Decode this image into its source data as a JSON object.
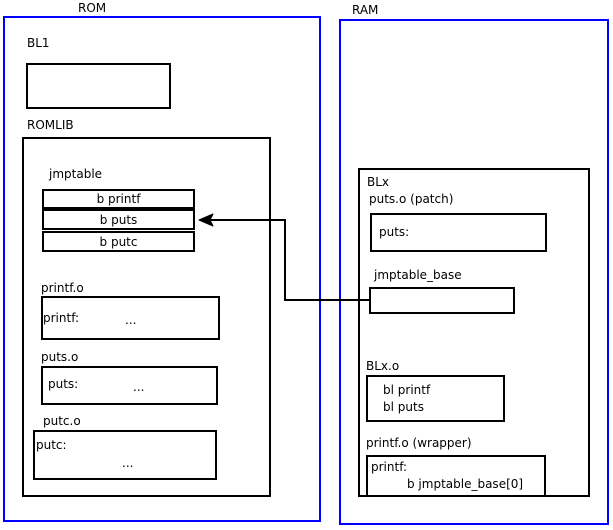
{
  "diagram": {
    "title_regions": [
      {
        "name": "ROM",
        "label": "ROM"
      },
      {
        "name": "RAM",
        "label": "RAM"
      }
    ],
    "rom": {
      "label": "ROM",
      "bl1": {
        "label": "BL1",
        "body": ""
      },
      "romlib": {
        "label": "ROMLIB",
        "jmptable": {
          "label": "jmptable",
          "rows": [
            "b printf",
            "b puts",
            "b putc"
          ]
        },
        "objects": [
          {
            "label": "printf.o",
            "symbol": "printf:",
            "ellipsis": "..."
          },
          {
            "label": "puts.o",
            "symbol": "puts:",
            "ellipsis": "..."
          },
          {
            "label": "putc.o",
            "symbol": "putc:",
            "ellipsis": "..."
          }
        ]
      }
    },
    "ram": {
      "label": "RAM",
      "blx": {
        "label": "BLx",
        "puts_patch": {
          "label": "puts.o (patch)",
          "symbol": "puts:"
        },
        "jmptable_base": {
          "label": "jmptable_base",
          "body": ""
        },
        "blx_o": {
          "label": "BLx.o",
          "lines": [
            "bl printf",
            "bl puts"
          ]
        },
        "printf_wrapper": {
          "label": "printf.o (wrapper)",
          "symbol": "printf:",
          "branch": "b jmptable_base[0]"
        }
      }
    },
    "connector": {
      "name": "jmptable-base-to-b-puts-arrow",
      "from": "jmptable_base",
      "to": "b puts"
    },
    "colors": {
      "region_border": "#0000ff",
      "box_border": "#000000",
      "background": "#ffffff",
      "text": "#000000"
    }
  }
}
